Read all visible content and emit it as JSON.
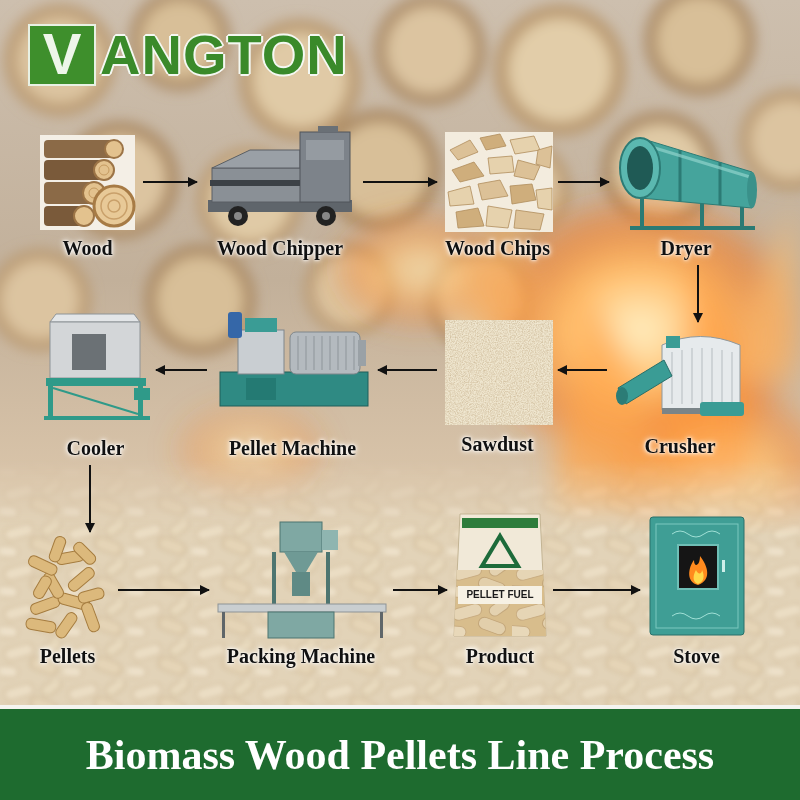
{
  "diagram": {
    "title": "Biomass Wood Pellets Line Process",
    "nodes": [
      {
        "text": [
          "Wood"
        ]
      },
      {
        "text": [
          "Wood Chipper"
        ]
      },
      {
        "text": [
          "Wood Chips"
        ]
      },
      {
        "text": [
          "Dryer"
        ]
      },
      {
        "text": [
          "Crusher"
        ]
      },
      {
        "text": [
          "Sawdust"
        ]
      },
      {
        "text": [
          "Pellet Machine"
        ]
      },
      {
        "text": [
          "Cooler"
        ]
      },
      {
        "text": [
          "Pellets"
        ]
      },
      {
        "text": [
          "Packing Machine"
        ]
      },
      {
        "text": [
          "Product"
        ]
      },
      {
        "text": [
          "Stove"
        ]
      }
    ],
    "edges": [
      {
        "from": 0,
        "to": 1,
        "arrow": "to"
      },
      {
        "from": 1,
        "to": 2,
        "arrow": "to"
      },
      {
        "from": 2,
        "to": 3,
        "arrow": "to"
      },
      {
        "from": 3,
        "to": 4,
        "arrow": "to"
      },
      {
        "from": 4,
        "to": 5,
        "arrow": "to"
      },
      {
        "from": 5,
        "to": 6,
        "arrow": "to"
      },
      {
        "from": 6,
        "to": 7,
        "arrow": "to"
      },
      {
        "from": 7,
        "to": 8,
        "arrow": "to"
      },
      {
        "from": 8,
        "to": 9,
        "arrow": "to"
      },
      {
        "from": 9,
        "to": 10,
        "arrow": "to"
      },
      {
        "from": 10,
        "to": 11,
        "arrow": "to"
      }
    ],
    "labels": [
      "V",
      "ANGTON",
      "PELLET FUEL"
    ]
  }
}
